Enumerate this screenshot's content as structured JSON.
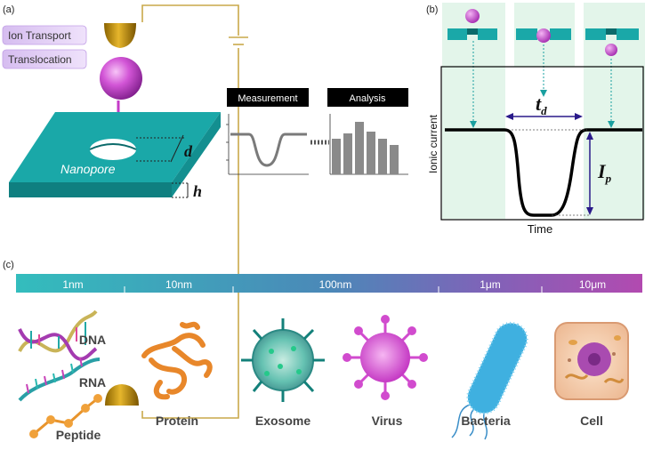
{
  "panel_a": {
    "label": "(a)",
    "tag_ion": "Ion Transport",
    "tag_trans": "Translocation",
    "nanopore": "Nanopore",
    "dim_d": "d",
    "dim_h": "h",
    "measurement": "Measurement",
    "analysis": "Analysis"
  },
  "panel_b": {
    "label": "(b)",
    "ylabel": "Ionic current",
    "xlabel": "Time",
    "td": "t",
    "td_sub": "d",
    "ip": "I",
    "ip_sub": "p"
  },
  "panel_c": {
    "label": "(c)",
    "scale": [
      "1nm",
      "10nm",
      "100nm",
      "1μm",
      "10μm"
    ],
    "items": {
      "dna": "DNA",
      "rna": "RNA",
      "peptide": "Peptide",
      "protein": "Protein",
      "exosome": "Exosome",
      "virus": "Virus",
      "bacteria": "Bacteria",
      "cell": "Cell"
    }
  },
  "colors": {
    "teal": "#1aa8a8",
    "magenta": "#c040c8",
    "navy": "#2a1a8a",
    "gold": "#d4a017",
    "light_green": "#e3f5ea",
    "bar_gray": "#8a8a8a"
  }
}
